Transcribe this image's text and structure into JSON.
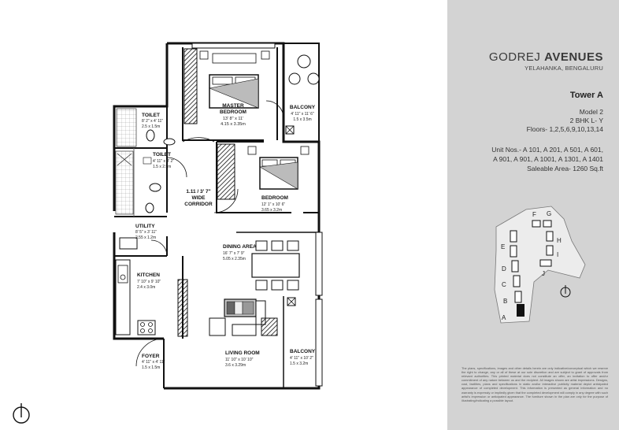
{
  "brand": {
    "name_light": "GODREJ",
    "name_bold": "AVENUES",
    "location": "YELAHANKA, BENGALURU"
  },
  "tower": "Tower A",
  "model": "Model 2",
  "bhk": "2 BHK L- Y",
  "floors": "Floors- 1,2,5,6,9,10,13,14",
  "units": {
    "line1": "Unit Nos.- A 101, A 201, A 501, A 601,",
    "line2": "A 901, A 901, A 1001, A 1301, A 1401",
    "line3": "Saleable Area- 1260 Sq.ft"
  },
  "disclaimer": "The plans, specifications, images and other details herein are only indicative/conceptual which we reserve the right to change, any or all of these at our sole discretion and are subject to grant of approvals from relevant authorities. This printed material does not constitute an offer, an invitation to offer and/or commitment of any nature between us and the recipient. All images shown are artist impressions. Designs, cost, facilities, plans and specifications in static and/or interactive publicity material depict anticipated appearance of completed development. This information is presented as general information and no warranty is expressly or impliedly given that the completed development will comply in any degree with such artist's impression or anticipated appearance. The furniture shown in the plan are only for the purpose of illustrating/indicating a possible layout.",
  "rooms": {
    "master_bedroom": {
      "name_1": "MASTER",
      "name_2": "BEDROOM",
      "dim_ft": "13' 8\" x 11'",
      "dim_m": "4.15 x 3.35m"
    },
    "balcony_top": {
      "name": "BALCONY",
      "dim_ft": "4' 11\" x 11' 6\"",
      "dim_m": "1.5 x 3.5m"
    },
    "toilet_1": {
      "name": "TOILET",
      "dim_ft": "8' 2\" x 4' 11\"",
      "dim_m": "2.5 x 1.5m"
    },
    "toilet_2": {
      "name": "TOILET",
      "dim_ft": "4' 11\" x 8' 2\"",
      "dim_m": "1.5 x 2.5m"
    },
    "corridor": {
      "name_1": "1.11 / 3' 7\"",
      "name_2": "WIDE",
      "name_3": "CORRIDOR"
    },
    "bedroom": {
      "name": "BEDROOM",
      "dim_ft": "12' 1\" x 10' 6\"",
      "dim_m": "3.65 x 3.2m"
    },
    "utility": {
      "name": "UTILITY",
      "dim_ft": "8' 5\" x 3' 11\"",
      "dim_m": "2.55 x 1.2m"
    },
    "dining": {
      "name": "DINING AREA",
      "dim_ft": "16' 7\" x 7' 9\"",
      "dim_m": "5.05 x 2.35m"
    },
    "kitchen": {
      "name": "KITCHEN",
      "dim_ft": "7' 10\" x 9' 10\"",
      "dim_m": "2.4 x 3.0m"
    },
    "living": {
      "name": "LIVING ROOM",
      "dim_ft": "11' 10\" x 10' 10\"",
      "dim_m": "3.6 x 3.29m"
    },
    "balcony_bottom": {
      "name": "BALCONY",
      "dim_ft": "4' 11\" x 10' 2\"",
      "dim_m": "1.5 x 3.2m"
    },
    "foyer": {
      "name": "FOYER",
      "dim_ft": "4' 11\" x 4' 11\"",
      "dim_m": "1.5 x 1.5m"
    }
  },
  "keyplan_towers": [
    "A",
    "B",
    "C",
    "D",
    "E",
    "F",
    "G",
    "H",
    "I",
    "J"
  ],
  "colors": {
    "sidebar_bg": "#d3d3d3",
    "wall": "#111111",
    "highlight": "#111111"
  }
}
